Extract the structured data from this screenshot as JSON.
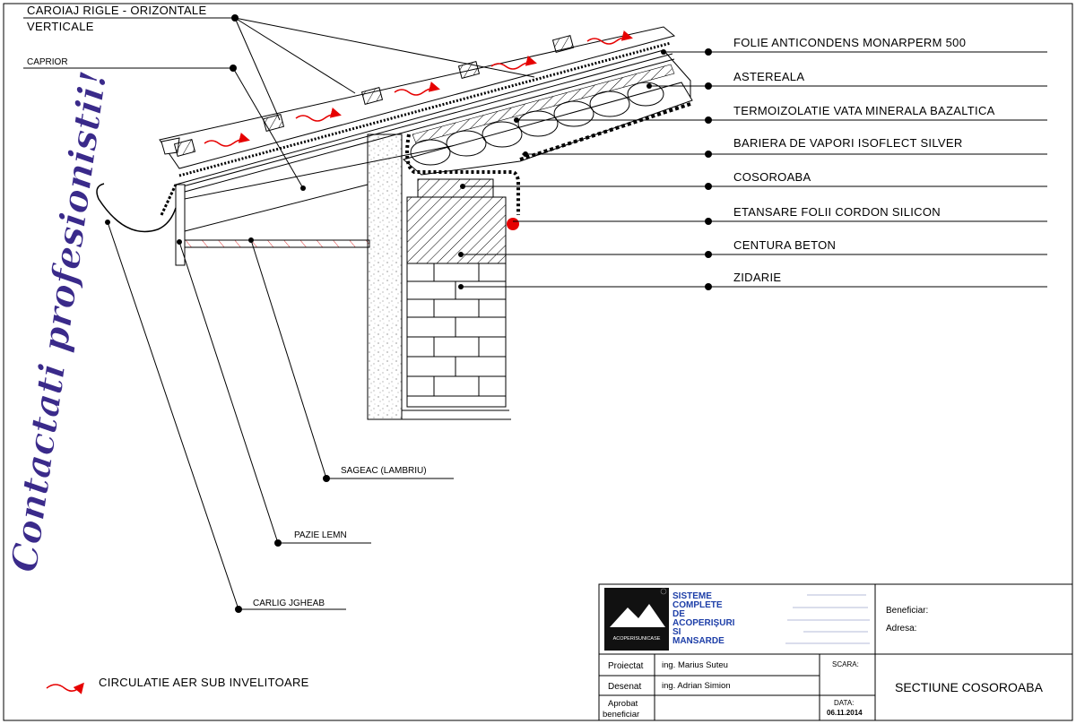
{
  "vertical_text": "Contactati profesionistii!",
  "labels_right": [
    {
      "text": "FOLIE ANTICONDENS MONARPERM 500"
    },
    {
      "text": "ASTEREALA"
    },
    {
      "text": "TERMOIZOLATIE   VATA MINERALA BAZALTICA"
    },
    {
      "text": "BARIERA DE VAPORI ISOFLECT SILVER"
    },
    {
      "text": "COSOROABA"
    },
    {
      "text": "ETANSARE FOLII  CORDON SILICON"
    },
    {
      "text": "CENTURA BETON"
    },
    {
      "text": "ZIDARIE"
    }
  ],
  "labels_left": {
    "caroiaj_line1": "CAROIAJ RIGLE - ORIZONTALE",
    "caroiaj_line2": "VERTICALE",
    "caprior": "CAPRIOR"
  },
  "labels_bottom": {
    "sageac": "SAGEAC (LAMBRIU)",
    "pazie": "PAZIE LEMN",
    "carlig": "CARLIG JGHEAB"
  },
  "legend": {
    "text": "CIRCULATIE AER SUB INVELITOARE"
  },
  "title_block": {
    "company_line1": "SISTEME",
    "company_line2": "COMPLETE",
    "company_line3": "DE",
    "company_line4": "ACOPERIŞURI",
    "company_line5": "SI",
    "company_line6": "MANSARDE",
    "logo_text": "ACOPERISUNICASE",
    "beneficiar_label": "Beneficiar:",
    "adresa_label": "Adresa:",
    "proiectat_label": "Proiectat",
    "proiectat_value": "ing. Marius Suteu",
    "desenat_label": "Desenat",
    "desenat_value": "ing. Adrian Simion",
    "aprobat_label_1": "Aprobat",
    "aprobat_label_2": "beneficiar",
    "scara_label": "SCARA:",
    "data_label": "DATA:",
    "data_value": "06.11.2014",
    "drawing_title": "SECTIUNE COSOROABA"
  },
  "colors": {
    "accent_red": "#e60000",
    "company_blue": "#1e3fa8",
    "script_purple": "#3a2a8a"
  }
}
